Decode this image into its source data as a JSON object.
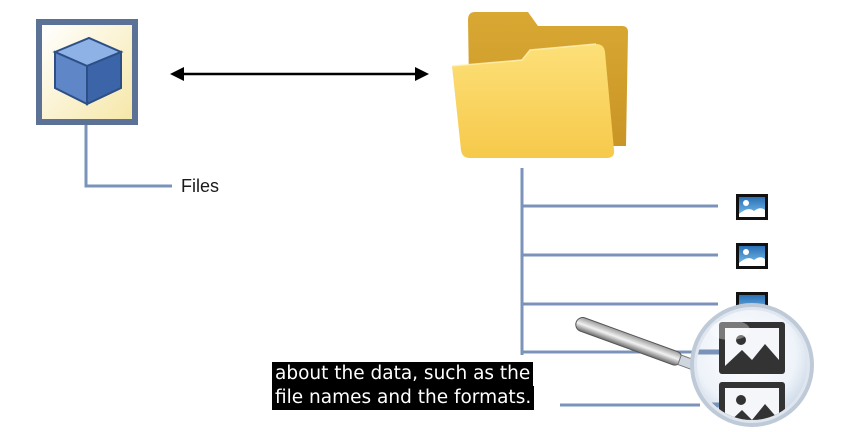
{
  "diagram": {
    "branch_label": "Files",
    "subtitle_lines": [
      "about the data, such as the",
      "file names and the formats."
    ]
  },
  "colors": {
    "line": "#7b93b8",
    "cube_frame": "#5b7196",
    "cube": "#5f86c7",
    "folder_front": "#fad35a",
    "folder_back": "#e3b23b",
    "arrow": "#000000",
    "subtitle_bg": "#000000",
    "subtitle_text": "#ffffff"
  },
  "icons": [
    "cube-icon",
    "folder-icon",
    "image-file-icon",
    "magnifier-icon",
    "double-arrow"
  ]
}
